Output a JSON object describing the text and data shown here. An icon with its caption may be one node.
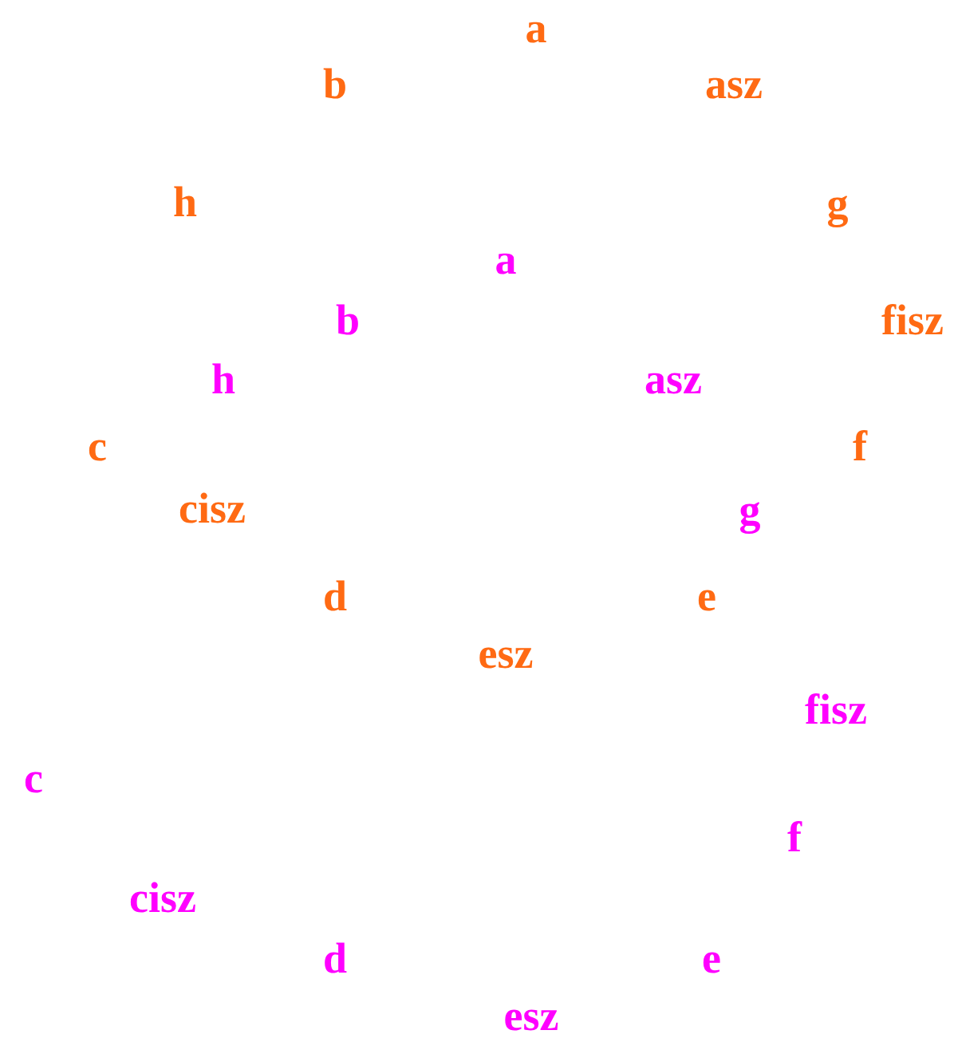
{
  "diagram": {
    "labels": [
      "a",
      "b",
      "asz",
      "h",
      "g",
      "a",
      "b",
      "fisz",
      "h",
      "asz",
      "c",
      "f",
      "cisz",
      "g",
      "d",
      "e",
      "esz",
      "fisz",
      "c",
      "f",
      "cisz",
      "d",
      "e",
      "esz"
    ]
  }
}
